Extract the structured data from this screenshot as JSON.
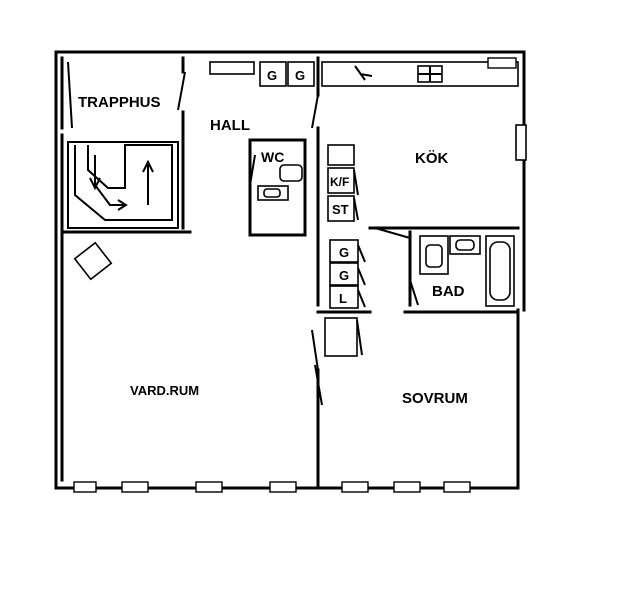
{
  "rooms": {
    "trapphus": "TRAPPHUS",
    "hall": "HALL",
    "wc": "WC",
    "kok": "KÖK",
    "bad": "BAD",
    "vardrum": "VARD.RUM",
    "sovrum": "SOVRUM"
  },
  "closets": {
    "hall_g1": "G",
    "hall_g2": "G",
    "kf": "K/F",
    "st": "ST",
    "g1": "G",
    "g2": "G",
    "l": "L"
  },
  "colors": {
    "line": "#000000",
    "background": "#ffffff"
  }
}
